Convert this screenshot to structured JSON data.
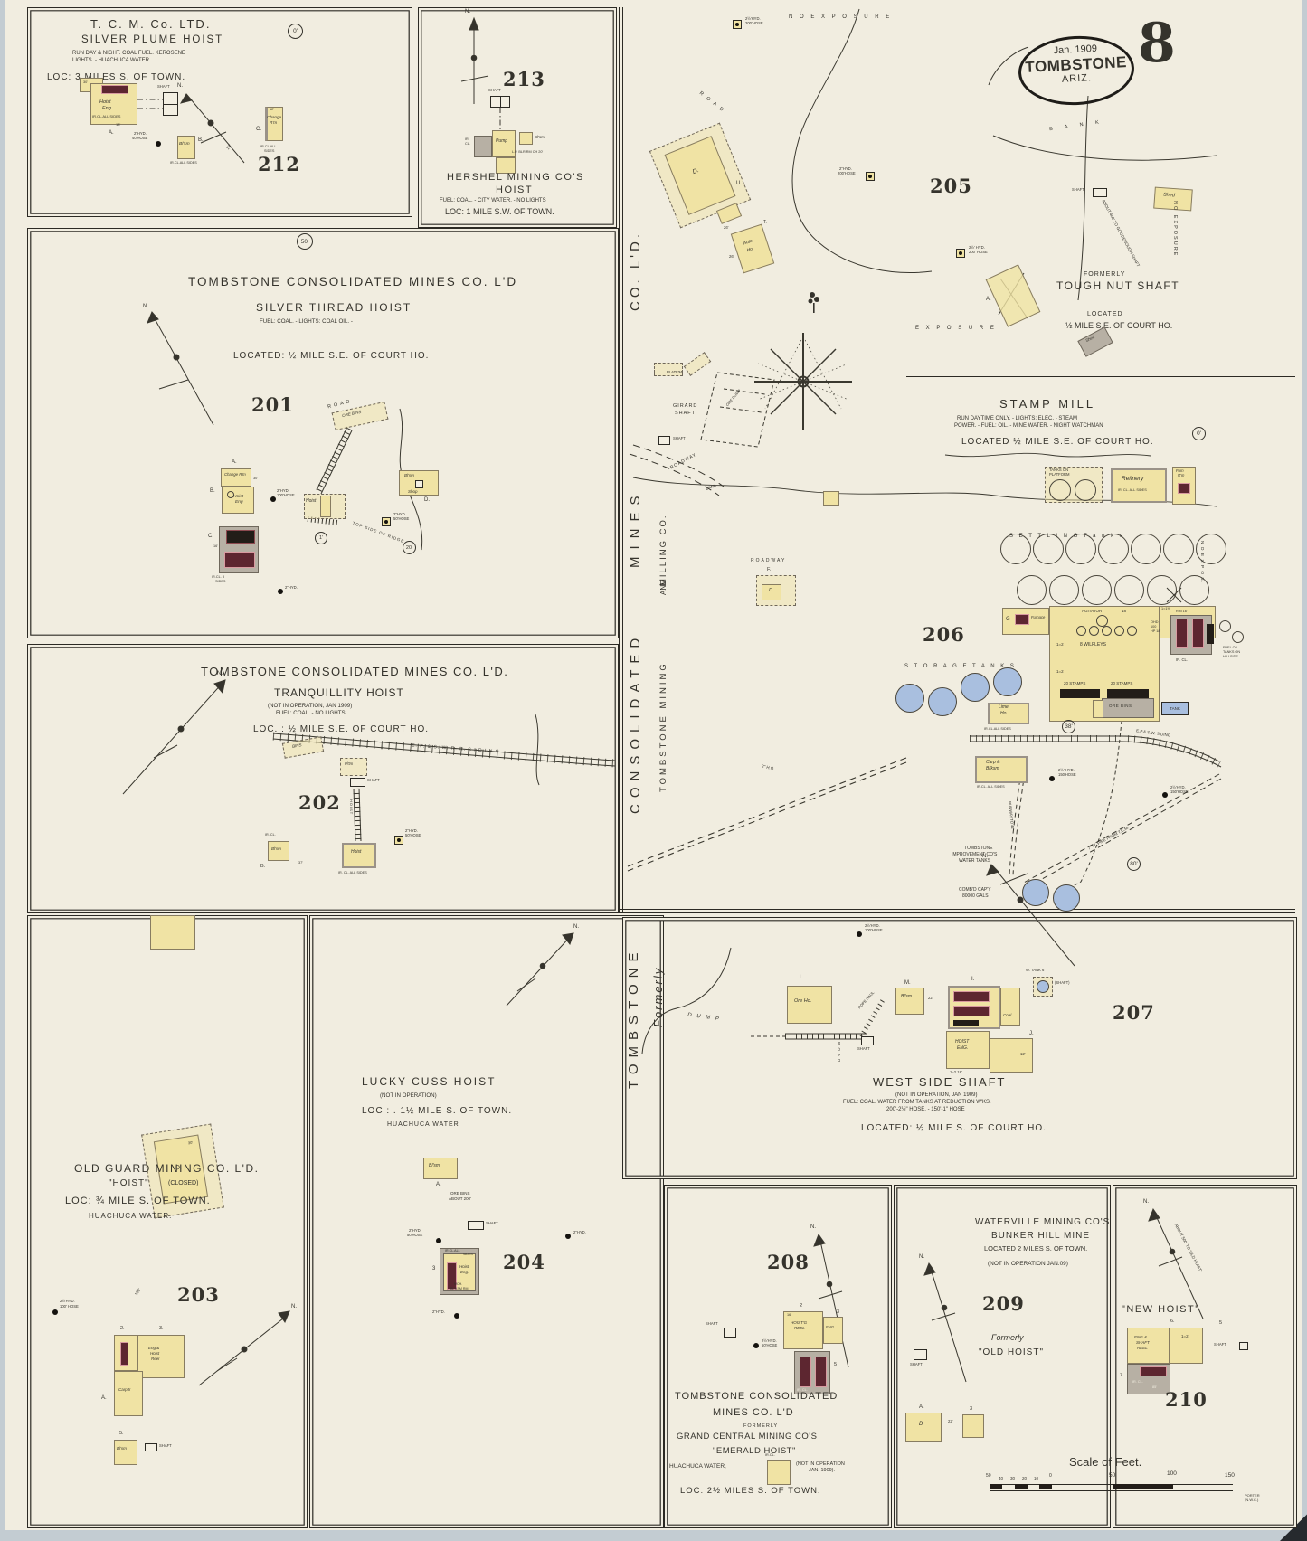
{
  "page": {
    "sheet_number": "8",
    "stamp": {
      "line1": "Jan. 1909",
      "line2": "TOMBSTONE",
      "line3": "ARIZ."
    }
  },
  "colors": {
    "paper": "#f1ede0",
    "building_yellow": "#f0e3a4",
    "adobe_gray": "#b7b0a4",
    "iron_red": "#5d2630",
    "tank_blue": "#a9bfdf",
    "ink": "#35332c"
  },
  "col": {
    "big1": "CO. L'D.",
    "big2": "MINES",
    "big3": "CONSOLIDATED",
    "big4": "TOMBSTONE",
    "sm1": "MILLING CO.",
    "sm2": "AND",
    "sm3": "TOMBSTONE MINING",
    "sm4": "Formerly"
  },
  "p212": {
    "t1": "T. C. M. Co. LTD.",
    "t2": "SILVER PLUME HOIST",
    "n1": "RUN DAY & NIGHT. COAL FUEL. KEROSENE",
    "n2": "LIGHTS. - HUACHUCA WATER.",
    "loc": "LOC: 3 MILES S. OF TOWN.",
    "num": "212",
    "circ": "0'",
    "hoist": "Hoist",
    "eng": "Eng",
    "ircl": "IR.CL.ALL SIDES",
    "a": "A.",
    "d18": "18'",
    "d30": "30'",
    "shaft": "SHAFT",
    "hyd": "2\"HYD.",
    "hose": "40'HOSE",
    "blsm": "Bl'sm",
    "b": "B.",
    "ircl2": "IR.CL.ALL SIDES",
    "change": "Change",
    "rm": "R'm",
    "cc": "C.",
    "d12": "12'",
    "ircl3": "IR.CL.ALL",
    "sides": "SIDES",
    "n": "N.",
    "d17": "17'"
  },
  "p213": {
    "num": "213",
    "n": "N.",
    "shaft": "SHAFT",
    "ir": "IR.",
    "cl": "CL.",
    "pump": "Pump",
    "blsm": "Bl'sm.",
    "note": "L.P. BLR RM CH 20'",
    "t1": "HERSHEL MINING CO'S",
    "t2": "HOIST",
    "t3": "FUEL: COAL. - CITY WATER. - NO LIGHTS",
    "t4": "LOC: 1 MILE S.W. OF TOWN."
  },
  "p201": {
    "circ": "50'",
    "co": "TOMBSTONE CONSOLIDATED MINES CO. L'D",
    "t": "SILVER THREAD HOIST",
    "fuel": "FUEL: COAL. - LIGHTS: COAL OIL. -",
    "loc": "LOCATED: ½ MILE S.E. OF COURT HO.",
    "num": "201",
    "n": "N.",
    "road": "ROAD",
    "orebins": "ORE BINS",
    "hoist": "Hoist",
    "a": "A.",
    "change": "Change R'm",
    "d30": "30'",
    "b": "B.",
    "he1": "Hoist",
    "he2": "Eng",
    "cc": "C.",
    "d16": "16'",
    "ircl3": "IR.CL. 3",
    "sides": "SIDES",
    "hyd1a": "2\"HYD.",
    "hyd1b": "100'HOSE",
    "hyd2a": "2\"HYD.",
    "hyd2b": "50'HOSE",
    "hyd3": "2\"HYD.",
    "blsm": "Bl'sm",
    "shop": "Shop",
    "d": "D.",
    "c1": "1'",
    "c20": "20'",
    "ridge": "TOP SIDE OF RIDGE"
  },
  "p202": {
    "co": "TOMBSTONE CONSOLIDATED MINES CO. L'D.",
    "t": "TRANQUILLITY HOIST",
    "op": "(NOT IN OPERATION, JAN 1909)",
    "fuel": "FUEL: COAL. - NO LIGHTS.",
    "loc": "LOC. : ½ MILE S.E. OF COURT HO.",
    "num": "202",
    "n": "N.",
    "bins": "BINS",
    "pltm": "Pl'tm",
    "shaft": "SHAFT",
    "hoist": "HOIST",
    "rr": "E. P. & S. W.  R. R.  S I D I N G",
    "ircl": "IR. CL.",
    "blsm": "Bl'sm",
    "b": "B.",
    "d37": "37'",
    "hyda": "2\"HYD.",
    "hydb": "50'HOSE",
    "ho": "Hoist",
    "irclall": "IR. CL. ALL SIDES"
  },
  "p203": {
    "co": "OLD GUARD MINING CO. L'D.",
    "t1": "\"HOIST\"",
    "t2": "(CLOSED)",
    "loc": "LOC: ¾ MILE S. OF TOWN.",
    "water": "HUACHUCA WATER.",
    "num": "203",
    "n": "N.",
    "hyda": "2½'HYD.",
    "hydb": "100' HOSE",
    "d100": "100'",
    "d": "D.",
    "d30": "30'",
    "b2": "2.",
    "b3": "3.",
    "eng1": "Eng &",
    "eng2": "Hoist",
    "eng3": "Reel",
    "a": "A.",
    "carp": "Carp'tr",
    "b5": "5.",
    "blsm": "Bl'sm",
    "shaft": "SHAFT"
  },
  "p204": {
    "t": "LUCKY CUSS HOIST",
    "op": "(NOT IN OPERATION)",
    "loc": "LOC : . 1½ MILE S. OF TOWN.",
    "water": "HUACHUCA WATER",
    "num": "204",
    "n": "N.",
    "blsm": "Bl'sm.",
    "a": "A.",
    "ore1": "ORE BINS",
    "ore2": "ABOUT 200'",
    "shaft": "SHAFT",
    "hyd1a": "2\"HYD.",
    "hyd1b": "50'HOSE",
    "hyd2": "2\"HYD.",
    "hyd3": "2\"HYD.",
    "ircl": "IR.CL.ALL",
    "sides": "SIDES",
    "he1": "Hoist",
    "he2": "Eng.",
    "mch1": "MCH.",
    "mch2": "BL'KSM RM",
    "b3": "3"
  },
  "p205": {
    "hyd1a": "2½'HYD.",
    "hyd1b": "200'HOSE",
    "noexp": "N O   E X P O S U R E",
    "road": "R O A D",
    "d": "D.",
    "u": "U.",
    "d26": "26'",
    "auto1": "Auto",
    "auto2": "Ho.",
    "t": "T.",
    "d26b": "26'",
    "hyd2a": "2\"HYD.",
    "hyd2b": "200'HOSE",
    "num": "205",
    "shaft": "SHAFT",
    "shed": "Shed",
    "about": "ABOUT 400' TO GOODENOUGH SHAFT",
    "noexpv": "NO EXPOSURE",
    "bank": "B A N K",
    "hyd3a": "2½' HYD.",
    "hyd3b": "200' HOSE",
    "a": "A.",
    "formerly": "FORMERLY",
    "tough": "TOUGH NUT SHAFT",
    "loc1": "LOCATED",
    "loc2": "½ MILE S.E. OF COURT HO.",
    "shed2": "Shed",
    "exp": "E X P O S U R E"
  },
  "p206": {
    "t": "STAMP MILL",
    "n1": "RUN DAYTIME ONLY. - LIGHTS: ELEC. - STEAM",
    "n2": "POWER. - FUEL: OIL. - MINE WATER. - NIGHT WATCHMAN",
    "loc": "LOCATED ½ MILE S.E. OF COURT HO.",
    "num": "206",
    "girard1": "GIRARD",
    "girard2": "SHAFT",
    "shaft": "SHAFT",
    "platfm": "PLATF'M",
    "dump": "ORE DUMP",
    "rdwy1": "ROADWAY",
    "bank": "BANK",
    "rdwy2": "ROADWAY",
    "f": "F.",
    "dd": "D",
    "tanks1": "TANKS ON",
    "tanks2": "PLATFORM",
    "refinery": "Refinery",
    "ircl": "IR. CL. ALL SIDES",
    "furn1": "Furn",
    "furn2": "R'm",
    "circ0": "0'",
    "settling": "S E T T L I N G   T a n k s",
    "storage": "S T O R A G E    T A N K S",
    "g": "G",
    "furnace": "Furnace",
    "agit": "AGITATOR",
    "d18": "18'",
    "wilf": "8 WILFLEYS",
    "i12a": "1=2",
    "i12b": "1=2",
    "st1": "20 STAMPS",
    "st2": "20 STAMPS",
    "orebins": "ORE BINS",
    "tank": "TANK",
    "lime1": "Lime",
    "lime2": "Ho.",
    "limeircl": "IR.CL.ALL SIDES",
    "ohd1": "OHD",
    "ohd2": "100",
    "ohd3": "HP 18'",
    "i112": "1=1½",
    "rm": "R'M 16'",
    "ircl2": "IR. CL.",
    "c38": "38'",
    "carp1": "Carp &",
    "carp2": "Bl'ksm",
    "carpircl": "IR.CL. ALL SIDES",
    "hyd1a": "2½' HYD.",
    "hyd1b": "150'HOSE",
    "hyd2a": "2½'HYD.",
    "hyd2b": "150'HOSE",
    "rr": "E.P.& S.W. SIDING",
    "runway": "RUNWAY TO 42'",
    "pipe": "7\" W. PIPE FROM T.C.M.",
    "c80": "80'",
    "ho2": "2\" H.O.",
    "imp1": "TOMBSTONE",
    "imp2": "IMPROVEMENT CO'S",
    "imp3": "WATER TANKS",
    "comb1": "COMB'D CAP'Y",
    "comb2": "80000 GALS",
    "fueloil1": "FUEL OIL",
    "fueloil2": "TANKS ON",
    "fueloil3": "HILLSIDE",
    "noexpv": "N O  E X P O S."
  },
  "p207": {
    "num": "207",
    "n": "N.",
    "hyda": "2½'HYD.",
    "hydb": "100'HOSE",
    "dump": "D U M P",
    "ll": "L.",
    "oreho": "Ore Ho.",
    "rope": "ROPE HAUL",
    "road": "R O A D.",
    "shaft": "SHAFT",
    "m": "M.",
    "blsm": "Bl'sm",
    "d22": "22'",
    "ii": "I.",
    "coal": "Coal",
    "he1": "HOIST",
    "he2": "ENG.",
    "jj": "J.",
    "d12": "12'",
    "i1218": "1=2 18'",
    "wtank1": "W. TANK 6'",
    "wtank2": "(SHAFT)",
    "t": "WEST SIDE SHAFT",
    "op": "(NOT IN OPERATION, JAN 1909)",
    "note1": "FUEL: COAL. WATER FROM TANKS AT REDUCTION W'KS.",
    "note2": "200'-2½\" HOSE. - 150'-1\" HOSE",
    "loc": "LOCATED: ½ MILE S. OF COURT HO."
  },
  "p208": {
    "num": "208",
    "n": "N.",
    "shaft": "SHAFT",
    "hyda": "2½'HYD.",
    "hydb": "50'HOSE",
    "b2": "2",
    "hg1": "HOIST'G",
    "hg2": "REEL",
    "d16": "16'",
    "b3": "3",
    "eng": "ENG",
    "b5": "5",
    "ircl": "IR. CL.",
    "ircl2": "IR.CL.",
    "co1": "TOMBSTONE CONSOLIDATED",
    "co2": "MINES CO. L'D",
    "form": "FORMERLY",
    "grand": "GRAND CENTRAL MINING CO'S",
    "emerald": "\"EMERALD HOIST\"",
    "water": "HUACHUCA WATER,",
    "op1": "(NOT IN OPERATION",
    "op2": "JAN. 1909).",
    "loc": "LOC: 2½ MILES S. OF TOWN."
  },
  "p209": {
    "t1": "WATERVILLE MINING CO'S",
    "t2": "BUNKER HILL MINE",
    "t3": "LOCATED 2 MILES S. OF TOWN.",
    "op": "(NOT IN OPERATION JAN.09)",
    "num": "209",
    "n": "N.",
    "form1": "Formerly",
    "form2": "\"OLD HOIST\"",
    "shaft": "SHAFT",
    "a": "A.",
    "dd": "D",
    "d22": "22'",
    "b3": "3"
  },
  "p210": {
    "t": "\"NEW HOIST\"",
    "about": "ABOUT 500' TO 'OLD HOIST'",
    "num": "210",
    "n": "N.",
    "b6": "6.",
    "eng1": "ENG &",
    "eng2": "SHAFT",
    "eng3": "REEL",
    "b5": "5",
    "i12": "1=2",
    "shaft": "SHAFT",
    "b7": "7.",
    "ircl": "IR. CL.",
    "d85": "85'"
  },
  "scale": {
    "t": "Scale of Feet.",
    "l50": "50",
    "l40": "40",
    "l30": "30",
    "l20": "20",
    "l10": "10",
    "l0": "0",
    "r50": "50",
    "r100": "100",
    "r150": "150",
    "sig1": "PORTER",
    "sig2": "(N.W.C.)"
  }
}
